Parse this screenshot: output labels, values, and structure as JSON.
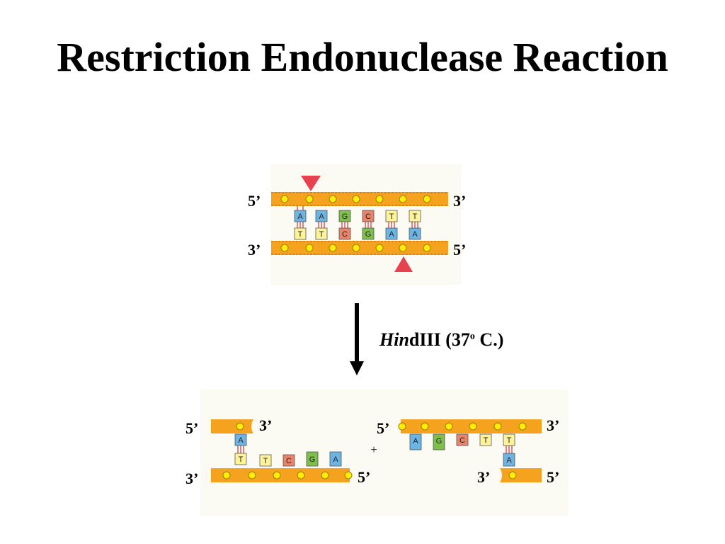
{
  "title": "Restriction Endonuclease Reaction",
  "enzyme": {
    "name_italic": "Hin",
    "name_rest": "dIII",
    "condition_open": " (37",
    "degree": "o",
    "condition_close": " C.)"
  },
  "labels": {
    "five_prime": "5’",
    "three_prime": "3’",
    "plus": "+"
  },
  "sequence": {
    "top_strand": [
      "A",
      "A",
      "G",
      "C",
      "T",
      "T"
    ],
    "bottom_strand": [
      "T",
      "T",
      "C",
      "G",
      "A",
      "A"
    ],
    "fragment1_overhang": [
      "T",
      "T",
      "C",
      "G",
      "A"
    ],
    "fragment2_overhang": [
      "A",
      "G",
      "C",
      "T",
      "T"
    ]
  },
  "colors": {
    "backbone": "#f5a31e",
    "node": "#ffee00",
    "cut_marker": "#e8424f",
    "A": "#6cb4e4",
    "T": "#fff39a",
    "G": "#7dbf4a",
    "C": "#e9836a"
  }
}
